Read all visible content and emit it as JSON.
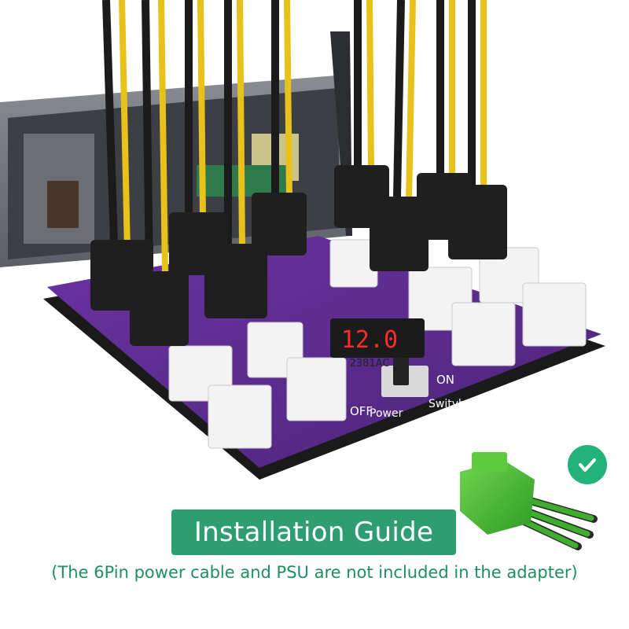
{
  "banner": {
    "title": "Installation Guide"
  },
  "caption": "(The 6Pin power cable and PSU are not included in the adapter)",
  "board": {
    "display_value": "12.0",
    "label_off": "OFF",
    "label_on": "ON",
    "label_power": "Power",
    "label_switch": "Switvh",
    "chip_label": "2381AC"
  },
  "icons": {
    "check": "checkmark-icon"
  },
  "colors": {
    "accent": "#2e9e72",
    "board": "#5b2a8f",
    "connector_green": "#4fbf3a",
    "wire_yellow": "#e8c21a"
  }
}
